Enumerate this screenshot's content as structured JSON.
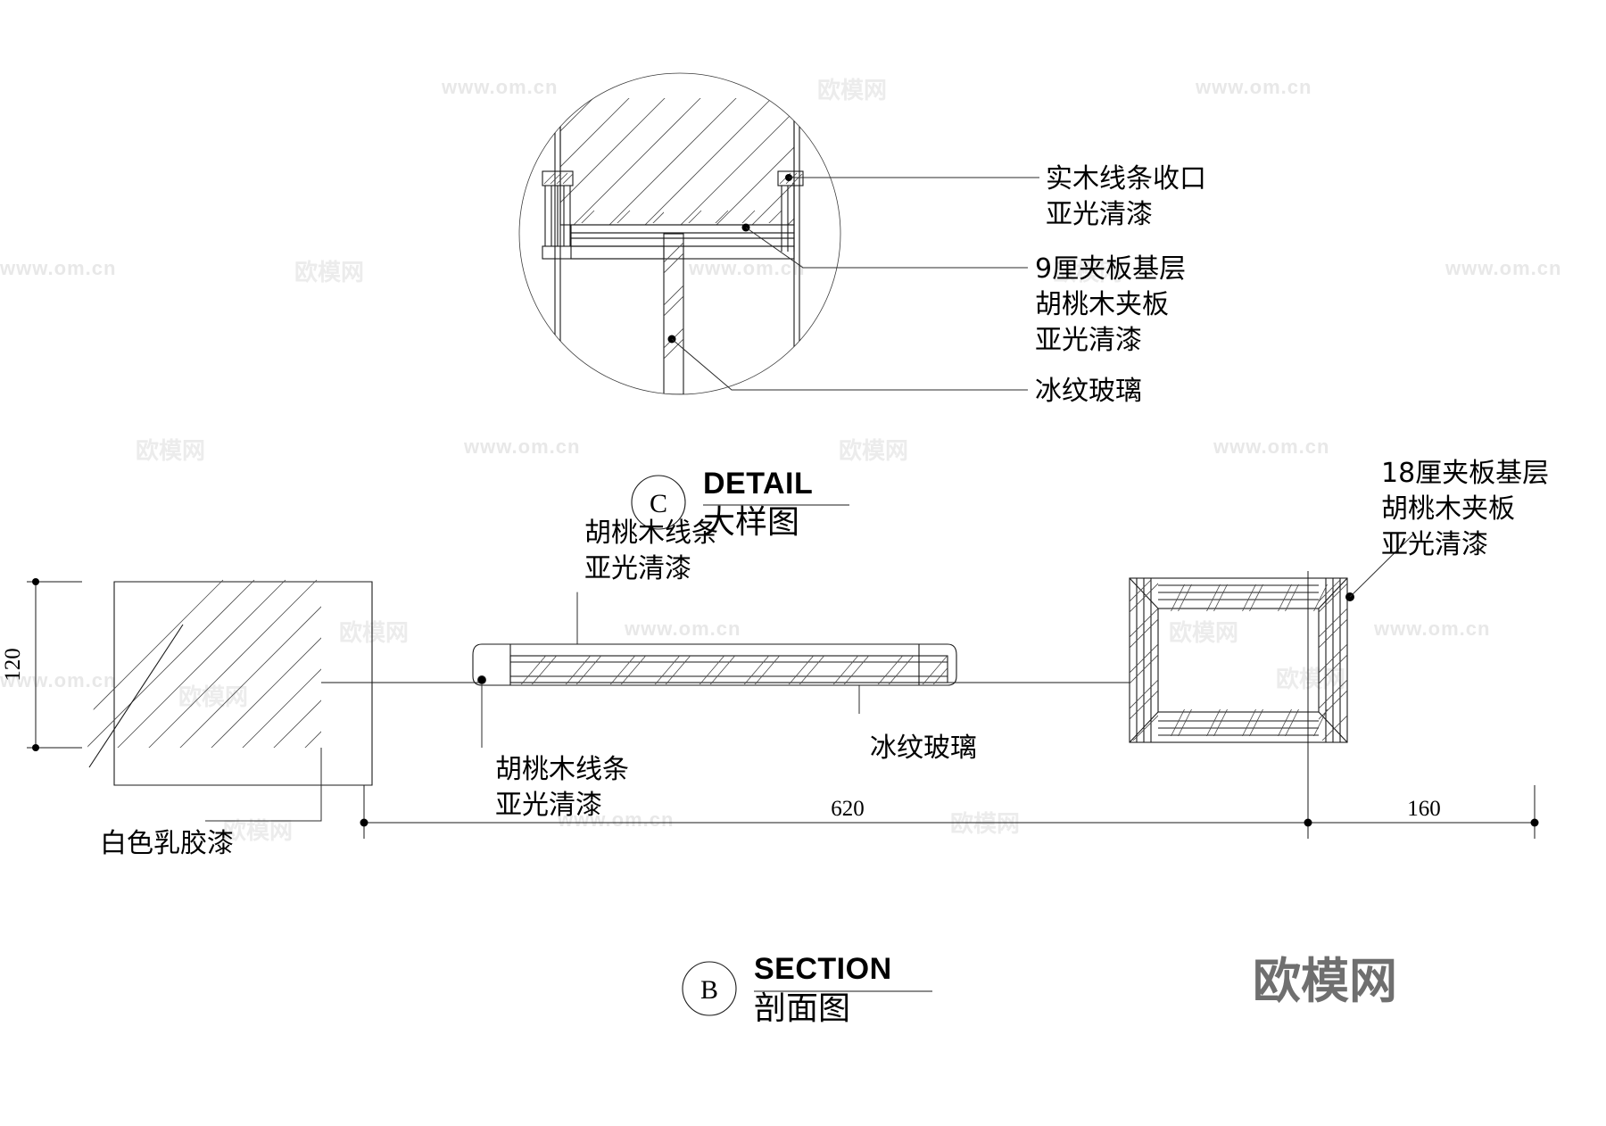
{
  "sheet": {
    "title_detail_en": "DETAIL",
    "title_detail_cn": "大样图",
    "detail_mark": "C",
    "title_section_en": "SECTION",
    "title_section_cn": "剖面图",
    "section_mark": "B"
  },
  "detail_labels": [
    {
      "id": "solid-wood-trim",
      "lines": [
        "实木线条收口",
        "亚光清漆"
      ]
    },
    {
      "id": "plywood-9mm",
      "lines": [
        "9厘夹板基层",
        "胡桃木夹板",
        "亚光清漆"
      ]
    },
    {
      "id": "ice-pattern-glass",
      "lines": [
        "冰纹玻璃"
      ]
    }
  ],
  "section_labels": [
    {
      "id": "walnut-trim-top",
      "lines": [
        "胡桃木线条",
        "亚光清漆"
      ]
    },
    {
      "id": "walnut-trim-bottom",
      "lines": [
        "胡桃木线条",
        "亚光清漆"
      ]
    },
    {
      "id": "ice-pattern-glass-section",
      "lines": [
        "冰纹玻璃"
      ]
    },
    {
      "id": "white-latex-paint",
      "lines": [
        "白色乳胶漆"
      ]
    },
    {
      "id": "plywood-18mm",
      "lines": [
        "18厘夹板基层",
        "胡桃木夹板",
        "亚光清漆"
      ]
    }
  ],
  "dimensions": {
    "vertical_left": "120",
    "horizontal_main": "620",
    "horizontal_right": "160"
  },
  "watermarks": {
    "url": "www.om.cn",
    "site_cn": "欧模网",
    "logo_cn": "欧模网"
  }
}
